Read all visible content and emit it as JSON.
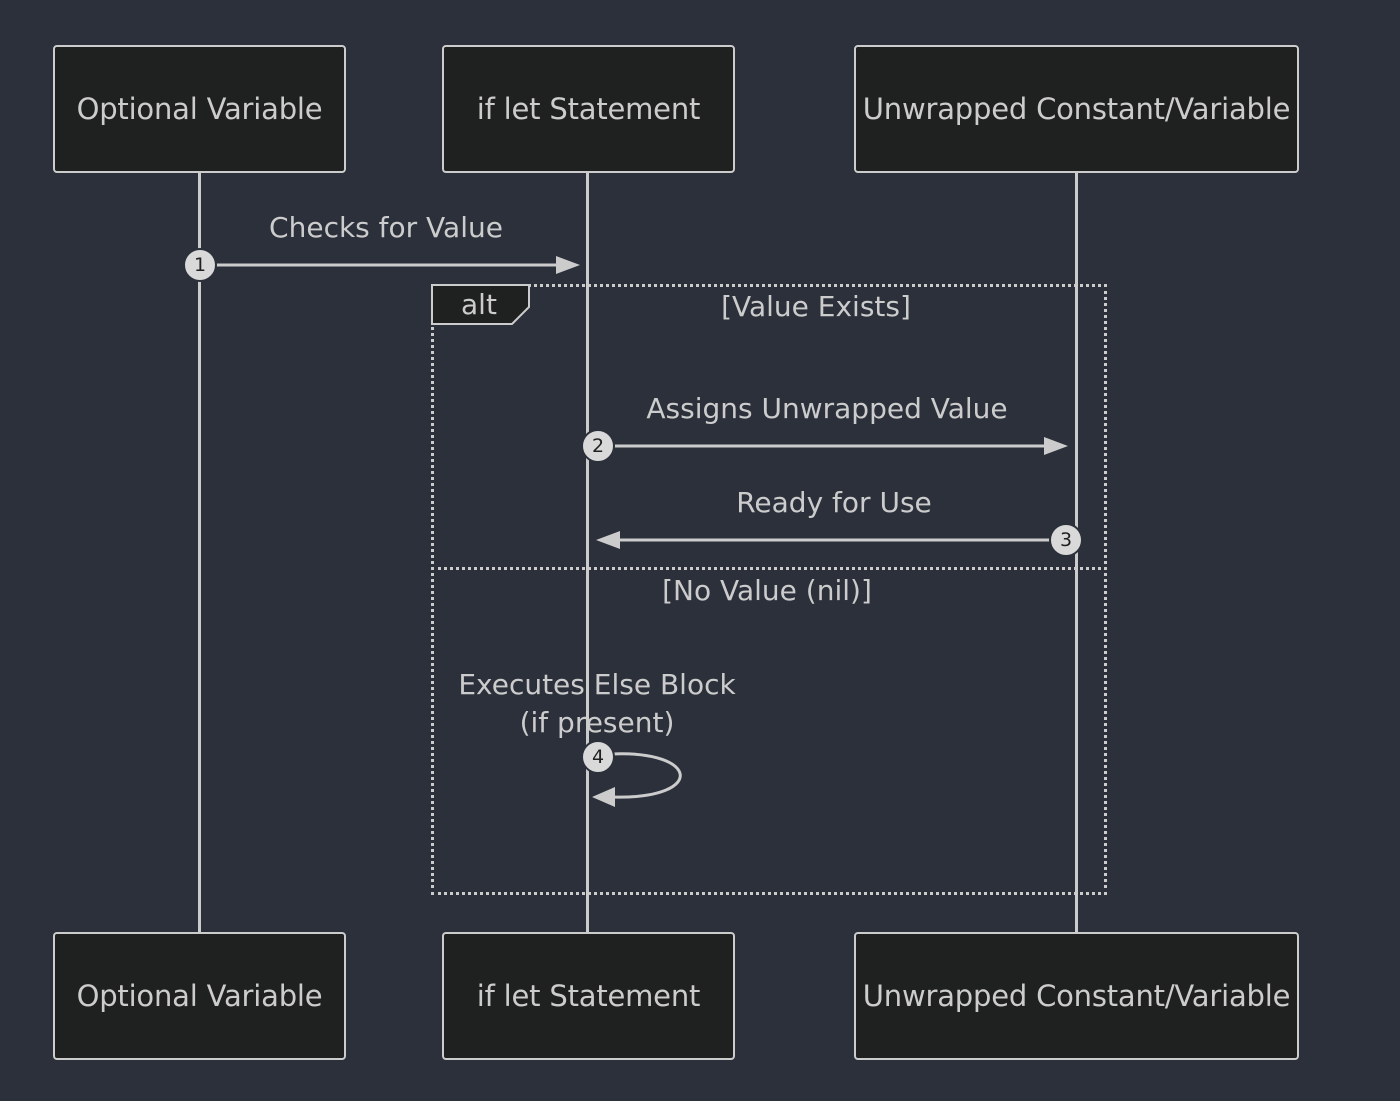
{
  "diagram": {
    "type": "sequence",
    "colors": {
      "background": "#2b303b",
      "actor_fill": "#1f2020",
      "line": "#cccccc",
      "text": "#cccccc",
      "seq_badge": "#d9d9d9"
    },
    "actors": [
      {
        "id": "optional",
        "label": "Optional Variable"
      },
      {
        "id": "iflet",
        "label": "if let Statement"
      },
      {
        "id": "unwrapped",
        "label": "Unwrapped Constant/Variable"
      }
    ],
    "messages": [
      {
        "num": "1",
        "from": "optional",
        "to": "iflet",
        "text": "Checks for Value"
      },
      {
        "num": "2",
        "from": "iflet",
        "to": "unwrapped",
        "text": "Assigns Unwrapped Value"
      },
      {
        "num": "3",
        "from": "unwrapped",
        "to": "iflet",
        "text": "Ready for Use"
      },
      {
        "num": "4",
        "from": "iflet",
        "to": "iflet",
        "text_lines": [
          "Executes Else Block",
          "(if present)"
        ]
      }
    ],
    "alt": {
      "tag": "alt",
      "condition": "[Value Exists]",
      "else_condition": "[No Value (nil)]"
    }
  }
}
